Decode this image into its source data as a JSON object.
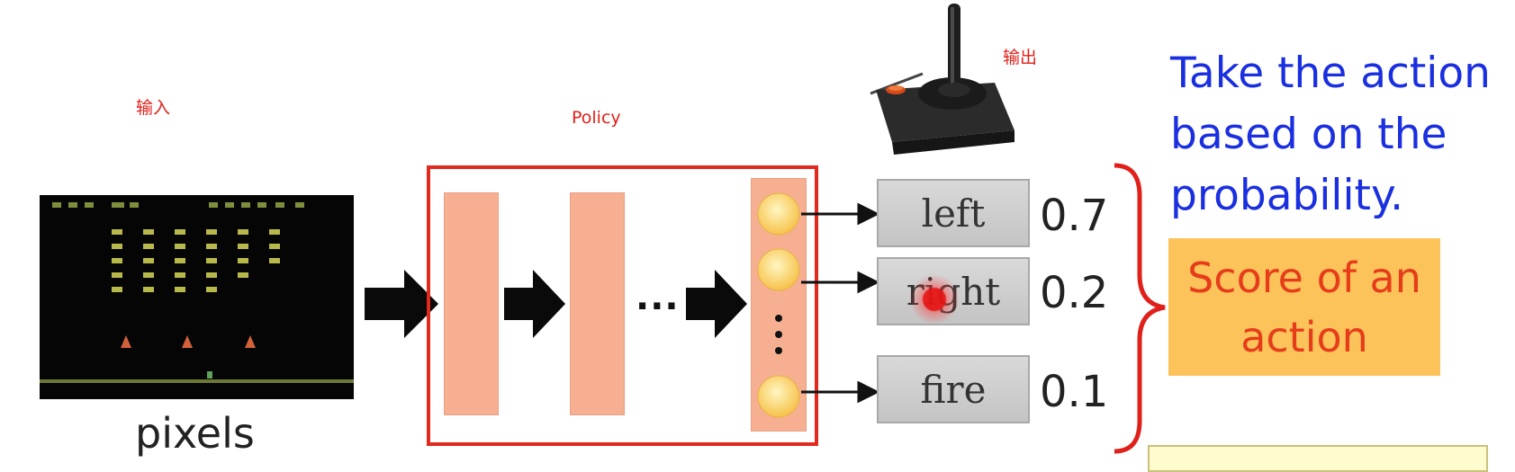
{
  "annotations": {
    "input": "输入",
    "policy": "Policy",
    "output": "输出"
  },
  "input_caption": "pixels",
  "ellipsis": "...",
  "actions": [
    {
      "label": "left",
      "probability": "0.7"
    },
    {
      "label": "right",
      "probability": "0.2"
    },
    {
      "label": "fire",
      "probability": "0.1"
    }
  ],
  "take_action_text": "Take the action based on the probability.",
  "score_box_text": "Score of an action",
  "colors": {
    "annotation": "#e0201a",
    "policy_border": "#e02a1e",
    "layer_fill": "#f6b091",
    "neuron_fill": "#fbd574",
    "take_action_text": "#1a2fe0",
    "score_box_fill": "#fcc35a",
    "score_box_text": "#e63c1a"
  },
  "icons": [
    "joystick-icon",
    "space-invaders-screen",
    "cursor-highlight"
  ]
}
